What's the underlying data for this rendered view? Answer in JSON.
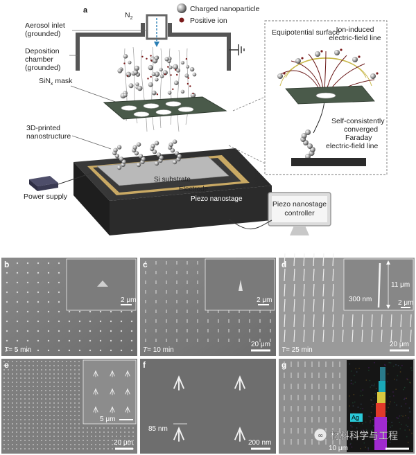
{
  "panel_a": {
    "letter": "a",
    "gas": "N",
    "gas_sub": "2",
    "legend_charged": "Charged nanoparticle",
    "legend_ion": "Positive ion",
    "aerosol_inlet_1": "Aerosol inlet",
    "aerosol_inlet_2": "(grounded)",
    "chamber_1": "Deposition",
    "chamber_2": "chamber",
    "chamber_3": "(grounded)",
    "mask": "SiN",
    "mask_sub": "x",
    "mask_suffix": " mask",
    "nano_1": "3D-printed",
    "nano_2": "nanostructure",
    "power": "Power supply",
    "si": "Si substrate",
    "electrode": "Electrode",
    "piezo": "Piezo nanostage",
    "controller_1": "Piezo nanostage",
    "controller_2": "controller",
    "equipotential": "Equipotential surface",
    "ion_field_1": "Ion-induced",
    "ion_field_2": "electric-field line",
    "faraday_1": "Self-consistently",
    "faraday_2": "converged",
    "faraday_3": "Faraday",
    "faraday_4": "electric-field line"
  },
  "panels": {
    "b": {
      "letter": "b",
      "time": "= 5 min",
      "inset_scale": "2 μm"
    },
    "c": {
      "letter": "c",
      "time": "= 10 min",
      "scale": "20 μm",
      "inset_scale": "2 μm"
    },
    "d": {
      "letter": "d",
      "time": "= 25 min",
      "scale": "20 μm",
      "inset_scale": "2 μm",
      "height": "11 μm",
      "width": "300 nm"
    },
    "e": {
      "letter": "e",
      "scale": "20 μm",
      "inset_scale": "5 μm"
    },
    "f": {
      "letter": "f",
      "size": "85 nm",
      "scale": "200 nm"
    },
    "g": {
      "letter": "g",
      "scale": "10 μm",
      "element": "Ag"
    }
  },
  "watermark": "材料科学与工程"
}
